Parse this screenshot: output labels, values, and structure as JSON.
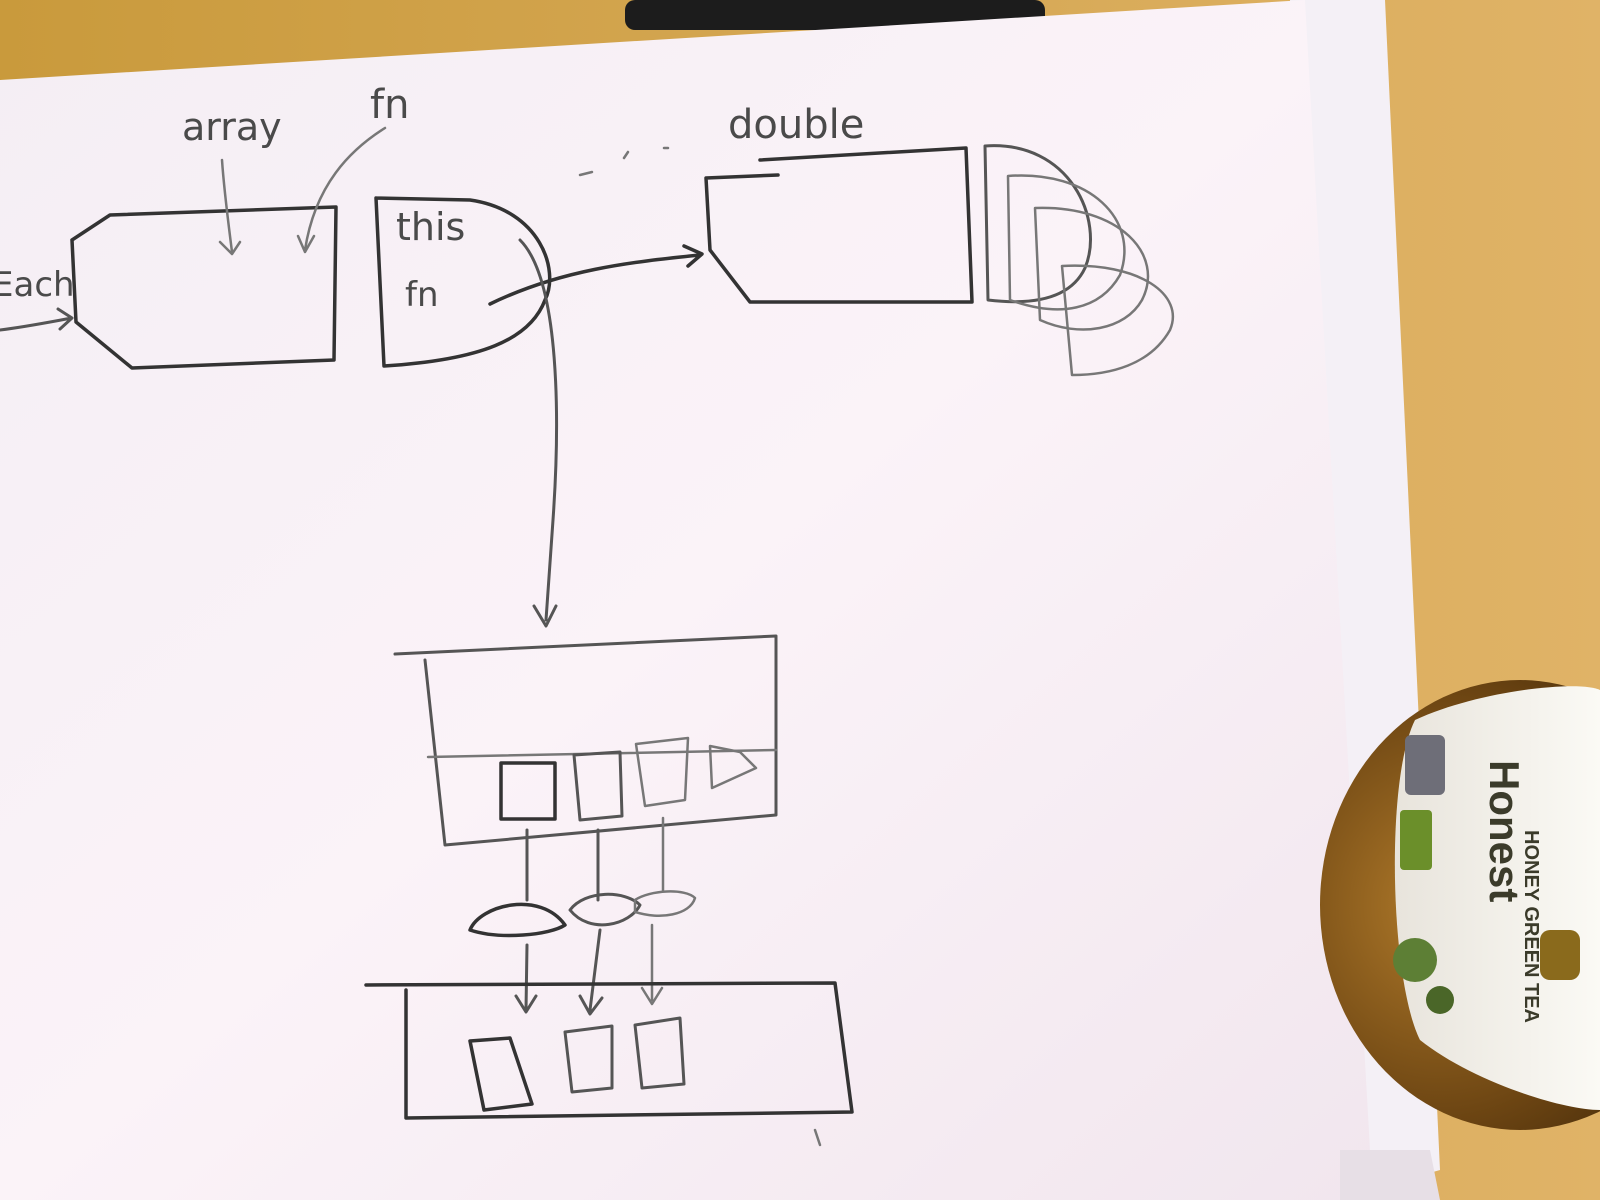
{
  "diagram": {
    "labels": {
      "each": "Each",
      "array": "array",
      "fn_top": "fn",
      "double": "double",
      "this": "this",
      "fn_inner": "fn"
    }
  },
  "jar": {
    "brand": "Honest",
    "product": "HONEY GREEN TEA"
  }
}
